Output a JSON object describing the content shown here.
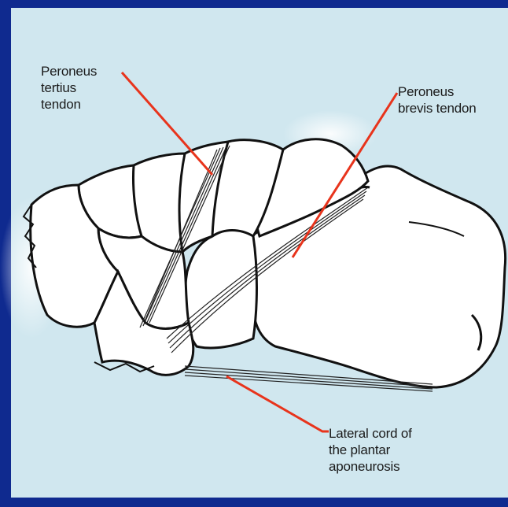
{
  "labels": {
    "peroneus_tertius": "Peroneus\ntertius\ntendon",
    "peroneus_brevis": "Peroneus\nbrevis tendon",
    "lateral_cord": "Lateral cord of\nthe plantar\naponeurosis"
  },
  "colors": {
    "frame": "#0f2a8f",
    "background": "#d0e7ef",
    "leader_line": "#e8341c",
    "bone_fill": "#ffffff",
    "outline": "#111111"
  }
}
